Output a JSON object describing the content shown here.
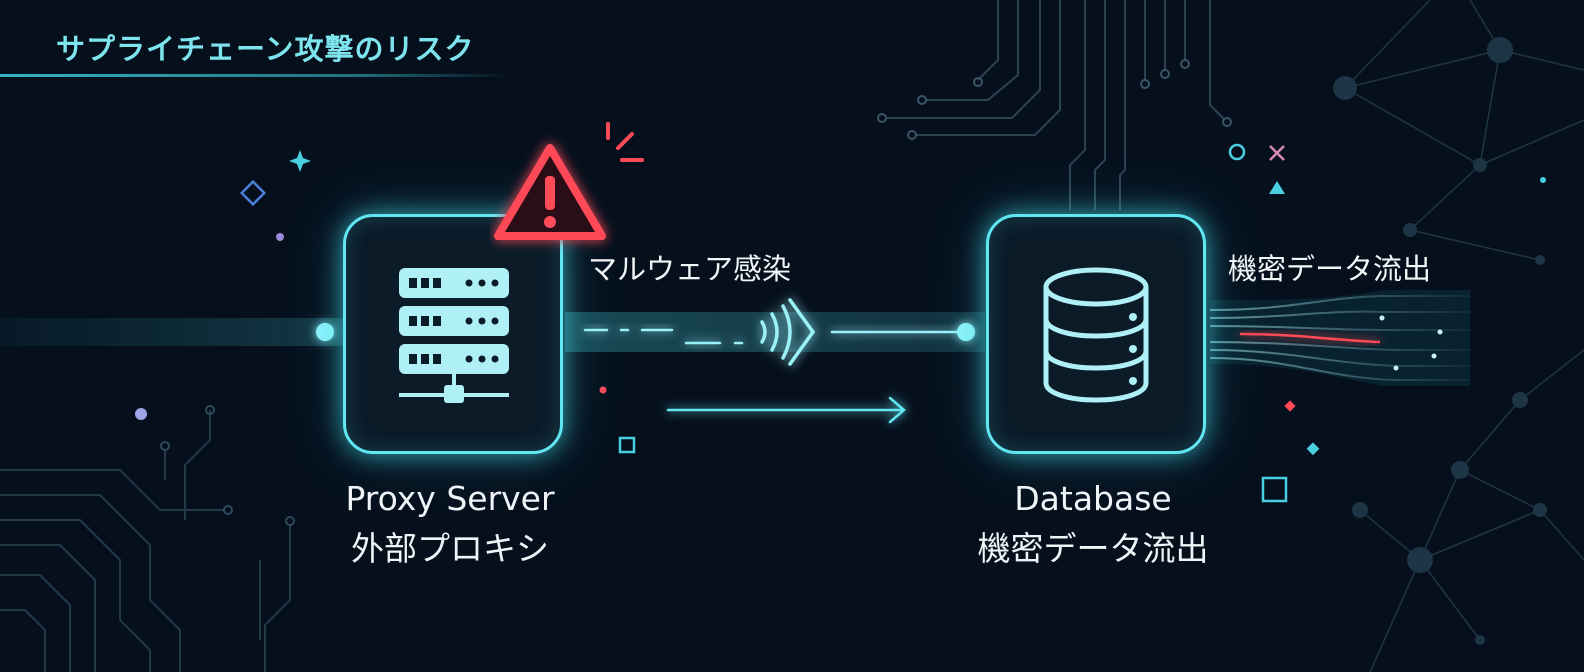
{
  "title": "サプライチェーン攻撃のリスク",
  "nodes": {
    "proxy": {
      "name_en": "Proxy Server",
      "name_ja": "外部プロキシ"
    },
    "database": {
      "name_en": "Database",
      "name_ja": "機密データ流出"
    }
  },
  "edges": {
    "infection_label": "マルウェア感染",
    "exfiltration_label": "機密データ流出"
  },
  "icons": {
    "warning": "warning-triangle-icon",
    "server": "server-rack-icon",
    "database": "database-cylinder-icon",
    "signal": "wireless-signal-icon"
  },
  "colors": {
    "background": "#06101d",
    "accent": "#62e6f2",
    "alert": "#ff4a57",
    "title": "#7ee4ee"
  }
}
